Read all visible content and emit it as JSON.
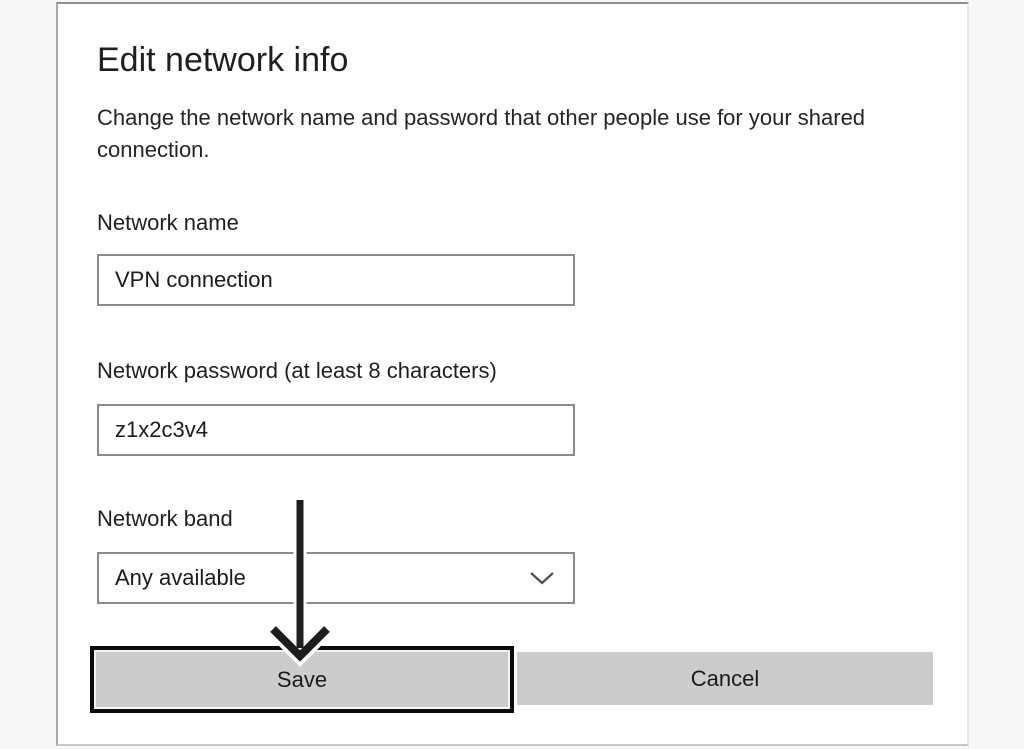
{
  "dialog": {
    "title": "Edit network info",
    "description": "Change the network name and password that other people use for your shared connection.",
    "fields": [
      {
        "label": "Network name",
        "value": "VPN connection"
      },
      {
        "label": "Network password (at least 8 characters)",
        "value": "z1x2c3v4"
      },
      {
        "label": "Network band",
        "value": "Any available"
      }
    ],
    "buttons": [
      {
        "label": "Save"
      },
      {
        "label": "Cancel"
      }
    ]
  },
  "icons": {
    "dropdown_chevron": "chevron-down"
  },
  "annotations": {
    "arrow": {
      "shape": "down-arrow",
      "color": "#1d1d1d",
      "target": "Save button"
    },
    "highlight": {
      "shape": "rectangle-outline",
      "color": "#0a0a0a",
      "target": "Save button"
    }
  },
  "colors": {
    "page_background": "#f7f7f7",
    "dialog_background": "#ffffff",
    "button_background": "#cccccc",
    "input_border": "#8b8b8b",
    "text": "#1f1f1f"
  }
}
